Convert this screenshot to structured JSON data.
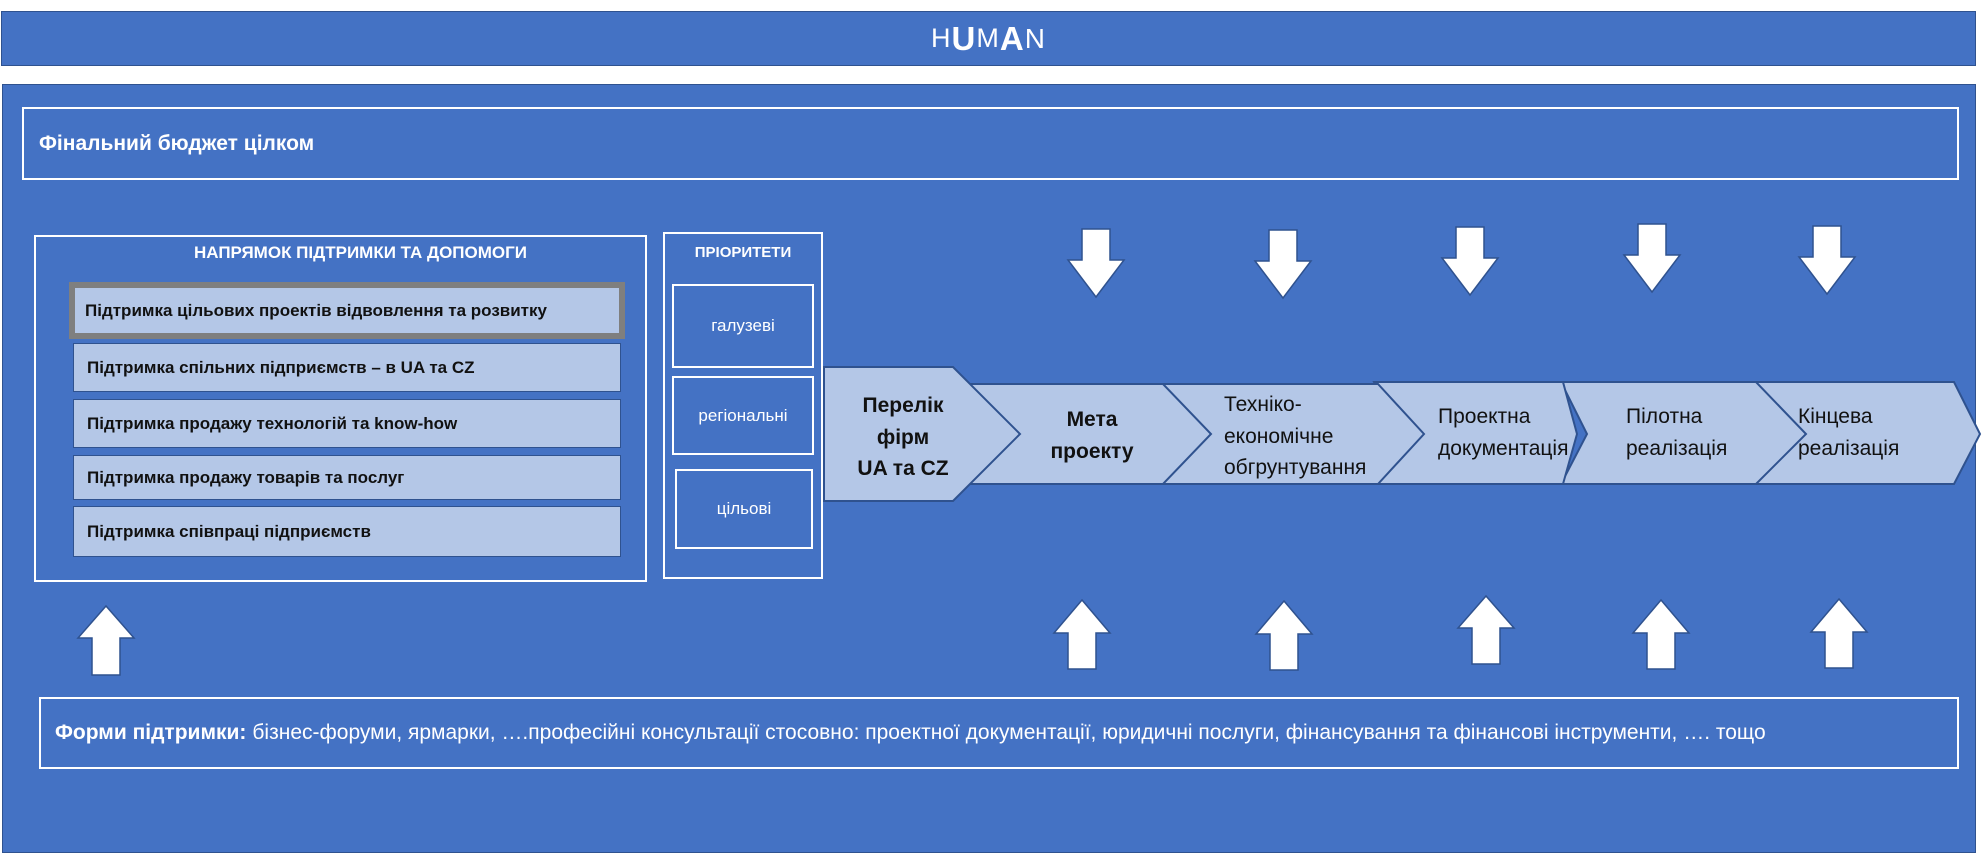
{
  "header": {
    "title_parts": [
      "H",
      "U",
      "M",
      "A",
      "N",
      " GATE- RECOVERY"
    ]
  },
  "budget": {
    "label": "Фінальний бюджет цілком"
  },
  "directions": {
    "title": "НАПРЯМОК ПІДТРИМКИ ТА ДОПОМОГИ",
    "items": [
      "Підтримка цільових проектів відвовлення  та розвитку",
      "Підтримка спільних підприємств – в UA та CZ",
      "Підтримка продажу технологій та know-how",
      "Підтримка продажу товарів та послуг",
      "Підтримка співпраці підприємств"
    ]
  },
  "priorities": {
    "title": "ПРІОРИТЕТИ",
    "items": [
      "галузеві",
      "регіональні",
      "цільові"
    ]
  },
  "process": [
    {
      "lines": [
        "Перелік",
        "фірм",
        "UA та CZ"
      ]
    },
    {
      "lines": [
        "Мета",
        "проекту"
      ]
    },
    {
      "lines": [
        "Техніко-",
        "економічне",
        "обгрунтування"
      ]
    },
    {
      "lines": [
        "Проектна",
        "документація"
      ]
    },
    {
      "lines": [
        "Пілотна",
        "реалізація"
      ]
    },
    {
      "lines": [
        "Кінцева",
        "реалізація"
      ]
    }
  ],
  "forms": {
    "label": "Форми підтримки:",
    "text": "бізнес-форуми, ярмарки, ….професійні консультації стосовно: проектної документації, юридичні послуги, фінансування та фінансові  інструменти, …. тощо"
  },
  "colors": {
    "background": "#4472C4",
    "border_dark": "#2F528F",
    "item_fill": "#B4C7E7",
    "selected_border": "#7F7F7F",
    "arrow": "#FFFFFF"
  },
  "icons": {
    "down_arrows": "down-arrow-icon",
    "up_arrows": "up-arrow-icon"
  }
}
